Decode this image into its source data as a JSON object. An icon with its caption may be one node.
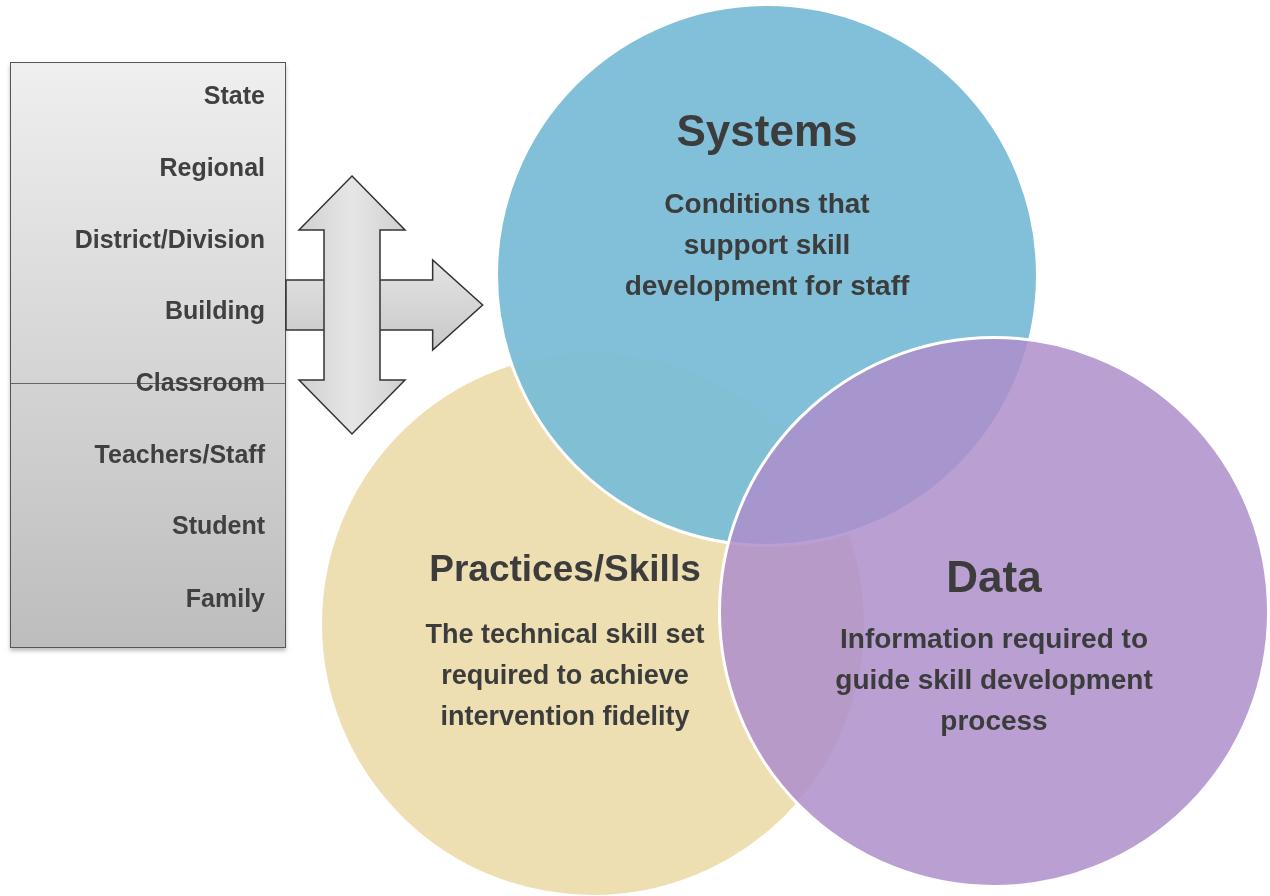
{
  "diagram": {
    "nodes": [
      {
        "text": [
          "State",
          "Regional",
          "District/Division",
          "Building",
          "Classroom",
          "Teachers/Staff",
          "Student",
          "Family"
        ]
      },
      {
        "text": [
          "Systems",
          "Conditions that support skill development for staff"
        ]
      },
      {
        "text": [
          "Practices/Skills",
          "The technical skill set required to achieve intervention fidelity"
        ]
      },
      {
        "text": [
          "Data",
          "Information required to guide skill development process"
        ]
      }
    ],
    "edges": [
      {
        "from": 0,
        "to": 1,
        "arrow": "to",
        "style": "thick"
      }
    ]
  }
}
